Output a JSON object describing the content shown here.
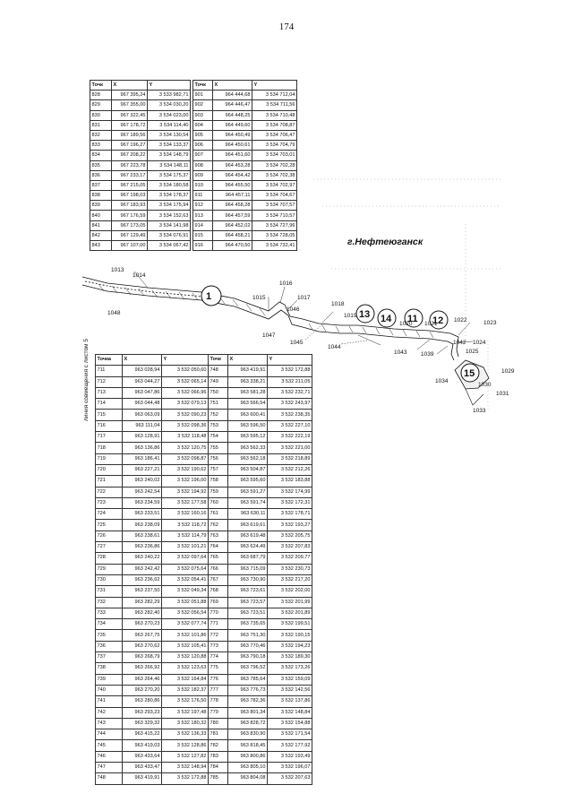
{
  "page_number": "174",
  "headers": {
    "point": "Точк",
    "point_full": "Точка",
    "x": "X",
    "y": "Y"
  },
  "map": {
    "city": "г.Нефтеюганск",
    "side_note": "линия совмещения с листом 5",
    "circles": [
      "1",
      "13",
      "14",
      "11",
      "12",
      "15"
    ],
    "labels": [
      "1013",
      "1014",
      "1015",
      "1016",
      "1017",
      "1018",
      "1019",
      "1020",
      "1021",
      "1022",
      "1023",
      "1024",
      "1025",
      "1029",
      "1030",
      "1031",
      "1033",
      "1034",
      "1039",
      "1042",
      "1043",
      "1044",
      "1045",
      "1046",
      "1047",
      "1048"
    ]
  },
  "tables": {
    "top_left": [
      [
        "828",
        "967 395,24",
        "3 533 982,71"
      ],
      [
        "829",
        "967 355,00",
        "3 534 030,20"
      ],
      [
        "830",
        "967 322,45",
        "3 534 023,00"
      ],
      [
        "831",
        "967 178,72",
        "3 534 114,40"
      ],
      [
        "832",
        "967 189,56",
        "3 534 130,54"
      ],
      [
        "833",
        "967 196,27",
        "3 534 133,37"
      ],
      [
        "834",
        "967 208,22",
        "3 534 148,79"
      ],
      [
        "835",
        "967 223,78",
        "3 534 148,11"
      ],
      [
        "836",
        "967 233,17",
        "3 534 175,37"
      ],
      [
        "837",
        "967 215,05",
        "3 534 180,58"
      ],
      [
        "838",
        "967 198,03",
        "3 534 178,37"
      ],
      [
        "839",
        "967 183,93",
        "3 534 175,94"
      ],
      [
        "840",
        "967 176,59",
        "3 534 152,63"
      ],
      [
        "841",
        "967 173,05",
        "3 534 141,98"
      ],
      [
        "842",
        "967 129,49",
        "3 534 076,91"
      ],
      [
        "843",
        "967 107,00",
        "3 534 067,42"
      ]
    ],
    "top_right": [
      [
        "901",
        "964 444,68",
        "3 534 712,04"
      ],
      [
        "902",
        "964 446,47",
        "3 534 711,56"
      ],
      [
        "903",
        "964 448,25",
        "3 534 710,48"
      ],
      [
        "904",
        "964 449,60",
        "3 534 708,87"
      ],
      [
        "905",
        "964 450,49",
        "3 534 706,47"
      ],
      [
        "906",
        "964 450,61",
        "3 534 704,79"
      ],
      [
        "907",
        "964 451,60",
        "3 534 703,01"
      ],
      [
        "908",
        "964 453,28",
        "3 534 702,28"
      ],
      [
        "909",
        "964 454,42",
        "3 534 702,38"
      ],
      [
        "910",
        "964 455,50",
        "3 534 702,97"
      ],
      [
        "911",
        "964 457,11",
        "3 534 704,67"
      ],
      [
        "912",
        "964 458,28",
        "3 534 707,57"
      ],
      [
        "913",
        "964 457,59",
        "3 534 710,57"
      ],
      [
        "914",
        "964 452,02",
        "3 534 727,96"
      ],
      [
        "915",
        "964 458,21",
        "3 534 728,05"
      ],
      [
        "916",
        "964 470,50",
        "3 534 732,41"
      ]
    ],
    "bottom_left": [
      [
        "711",
        "963 028,94",
        "3 532 050,60"
      ],
      [
        "712",
        "963 044,27",
        "3 532 065,14"
      ],
      [
        "713",
        "963 047,86",
        "3 532 066,96"
      ],
      [
        "714",
        "963 044,48",
        "3 532 079,13"
      ],
      [
        "715",
        "963 063,09",
        "3 532 090,23"
      ],
      [
        "716",
        "963 111,04",
        "3 532 098,36"
      ],
      [
        "717",
        "963 128,91",
        "3 532 118,48"
      ],
      [
        "718",
        "963 136,86",
        "3 532 120,75"
      ],
      [
        "719",
        "963 186,41",
        "3 532 098,87"
      ],
      [
        "720",
        "963 227,21",
        "3 532 190,62"
      ],
      [
        "721",
        "963 240,02",
        "3 532 196,00"
      ],
      [
        "722",
        "963 242,54",
        "3 532 194,92"
      ],
      [
        "723",
        "963 234,59",
        "3 532 177,58"
      ],
      [
        "724",
        "963 233,51",
        "3 532 160,16"
      ],
      [
        "725",
        "963 238,09",
        "3 532 118,72"
      ],
      [
        "726",
        "963 238,61",
        "3 532 114,79"
      ],
      [
        "727",
        "963 236,86",
        "3 532 101,21"
      ],
      [
        "728",
        "963 240,22",
        "3 532 097,64"
      ],
      [
        "729",
        "963 242,42",
        "3 532 075,64"
      ],
      [
        "730",
        "963 236,62",
        "3 532 054,41"
      ],
      [
        "731",
        "963 237,50",
        "3 532 049,34"
      ],
      [
        "732",
        "963 282,29",
        "3 532 051,88"
      ],
      [
        "733",
        "963 282,40",
        "3 532 056,54"
      ],
      [
        "734",
        "963 270,23",
        "3 532 077,74"
      ],
      [
        "735",
        "963 267,75",
        "3 532 101,86"
      ],
      [
        "736",
        "963 270,62",
        "3 532 105,41"
      ],
      [
        "737",
        "963 268,79",
        "3 532 120,88"
      ],
      [
        "738",
        "963 266,92",
        "3 532 123,63"
      ],
      [
        "739",
        "963 264,46",
        "3 532 164,84"
      ],
      [
        "740",
        "963 270,20",
        "3 532 182,37"
      ],
      [
        "741",
        "963 280,86",
        "3 532 176,50"
      ],
      [
        "742",
        "963 293,23",
        "3 532 197,48"
      ],
      [
        "743",
        "963 329,32",
        "3 532 180,32"
      ],
      [
        "744",
        "963 415,22",
        "3 532 136,33"
      ],
      [
        "745",
        "963 419,03",
        "3 532 128,86"
      ],
      [
        "746",
        "963 433,64",
        "3 532 127,82"
      ],
      [
        "747",
        "963 433,47",
        "3 532 148,94"
      ],
      [
        "748",
        "963 419,91",
        "3 532 172,88"
      ]
    ],
    "bottom_right": [
      [
        "748",
        "963 419,91",
        "3 532 172,88"
      ],
      [
        "749",
        "963 338,21",
        "3 532 211,05"
      ],
      [
        "750",
        "963 581,28",
        "3 532 232,71"
      ],
      [
        "751",
        "963 566,54",
        "3 532 243,97"
      ],
      [
        "752",
        "963 600,41",
        "3 532 238,35"
      ],
      [
        "753",
        "963 596,50",
        "3 532 227,10"
      ],
      [
        "754",
        "963 595,12",
        "3 532 222,19"
      ],
      [
        "755",
        "963 562,33",
        "3 532 221,00"
      ],
      [
        "756",
        "963 562,18",
        "3 532 218,89"
      ],
      [
        "757",
        "963 504,87",
        "3 532 212,26"
      ],
      [
        "758",
        "963 595,60",
        "3 532 183,88"
      ],
      [
        "759",
        "963 591,27",
        "3 532 174,99"
      ],
      [
        "760",
        "963 591,74",
        "3 532 172,31"
      ],
      [
        "761",
        "963 630,11",
        "3 532 178,71"
      ],
      [
        "762",
        "963 619,61",
        "3 532 193,27"
      ],
      [
        "763",
        "963 619,48",
        "3 532 205,75"
      ],
      [
        "764",
        "963 624,49",
        "3 532 207,83"
      ],
      [
        "765",
        "963 687,79",
        "3 532 209,77"
      ],
      [
        "766",
        "963 715,09",
        "3 532 230,73"
      ],
      [
        "767",
        "963 730,90",
        "3 532 217,20"
      ],
      [
        "768",
        "963 723,61",
        "3 532 202,00"
      ],
      [
        "769",
        "963 723,57",
        "3 532 201,99"
      ],
      [
        "770",
        "963 723,51",
        "3 532 201,89"
      ],
      [
        "771",
        "963 735,65",
        "3 532 199,51"
      ],
      [
        "772",
        "963 751,30",
        "3 532 190,15"
      ],
      [
        "773",
        "963 770,46",
        "3 532 194,23"
      ],
      [
        "774",
        "963 790,18",
        "3 532 189,30"
      ],
      [
        "775",
        "963 796,52",
        "3 532 173,26"
      ],
      [
        "776",
        "963 785,64",
        "3 532 159,09"
      ],
      [
        "777",
        "963 776,73",
        "3 532 142,56"
      ],
      [
        "778",
        "963 782,36",
        "3 532 137,86"
      ],
      [
        "779",
        "963 801,34",
        "3 532 148,84"
      ],
      [
        "780",
        "963 828,72",
        "3 532 154,88"
      ],
      [
        "781",
        "963 830,90",
        "3 532 171,54"
      ],
      [
        "782",
        "963 818,45",
        "3 532 177,92"
      ],
      [
        "783",
        "963 800,86",
        "3 532 193,49"
      ],
      [
        "784",
        "963 805,10",
        "3 532 196,07"
      ],
      [
        "785",
        "963 804,08",
        "3 532 207,63"
      ]
    ]
  }
}
